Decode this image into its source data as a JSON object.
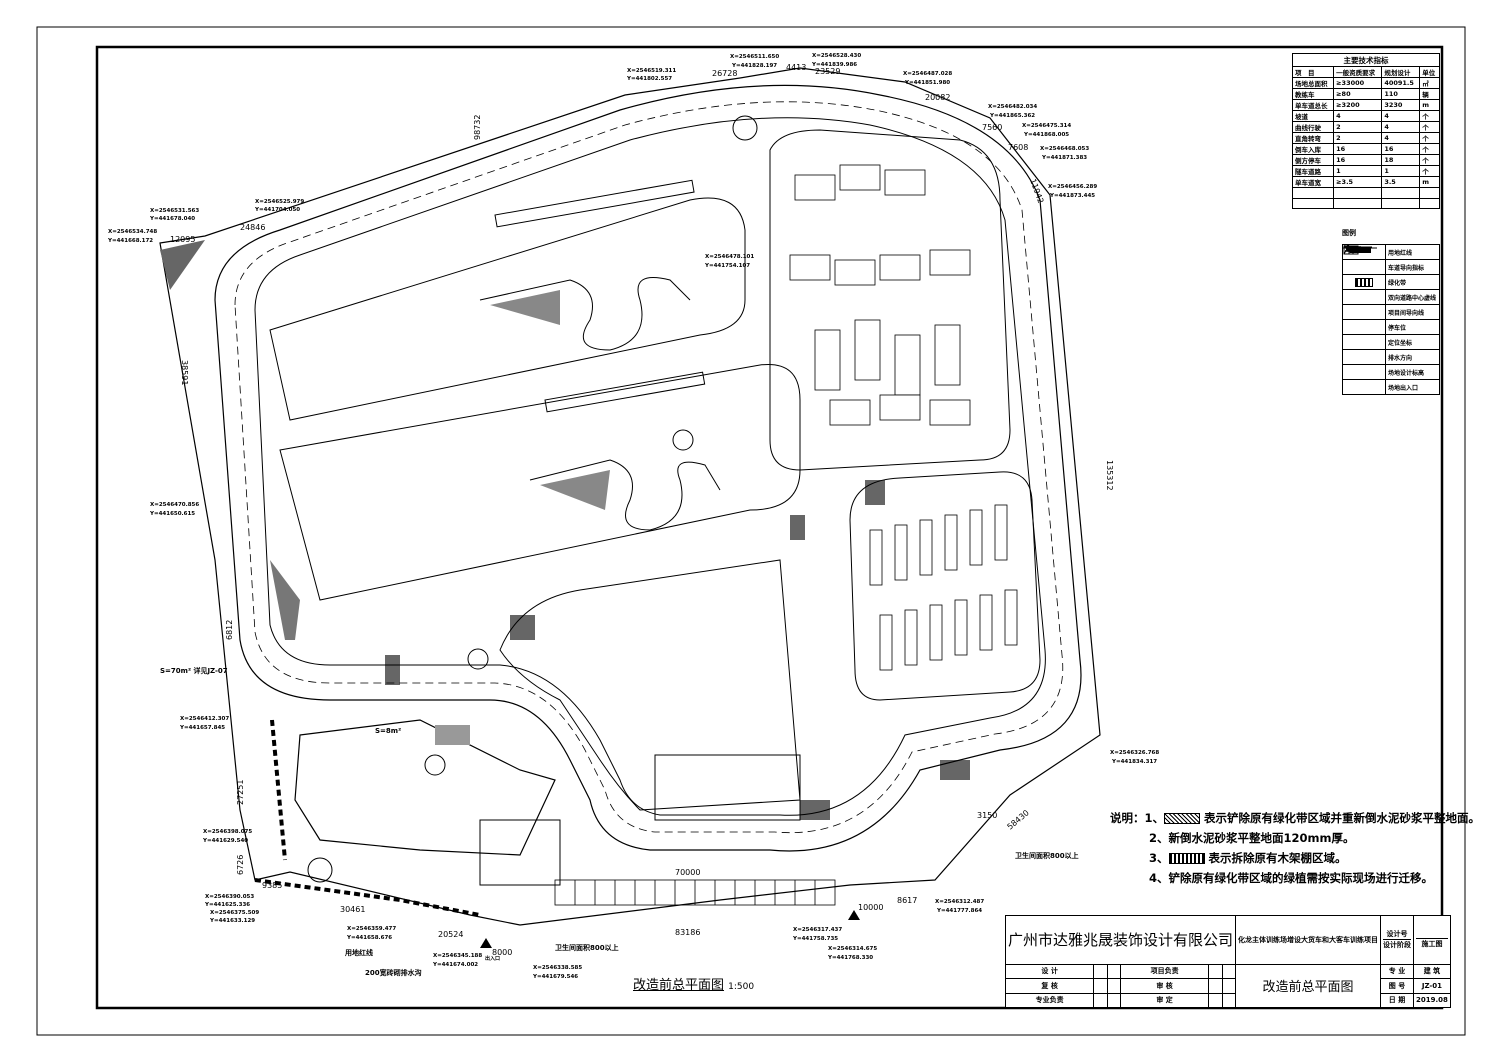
{
  "drawing": {
    "title": "改造前总平面图",
    "scale": "1:500"
  },
  "tech_table": {
    "title": "主要技术指标",
    "headers": [
      "项　目",
      "一般资质要求",
      "规划设计",
      "单位"
    ],
    "rows": [
      [
        "场地总面积",
        "≥33000",
        "40091.5",
        "㎡"
      ],
      [
        "教练车",
        "≥80",
        "110",
        "辆"
      ],
      [
        "单车道总长",
        "≥3200",
        "3230",
        "m"
      ],
      [
        "坡道",
        "4",
        "4",
        "个"
      ],
      [
        "曲线行驶",
        "2",
        "4",
        "个"
      ],
      [
        "直角转弯",
        "2",
        "4",
        "个"
      ],
      [
        "倒车入库",
        "16",
        "16",
        "个"
      ],
      [
        "侧方停车",
        "16",
        "18",
        "个"
      ],
      [
        "隧车道路",
        "1",
        "1",
        "个"
      ],
      [
        "单车道宽",
        "≥3.5",
        "3.5",
        "m"
      ]
    ]
  },
  "legend": {
    "title": "图例",
    "items": [
      {
        "icon": "red-line-dash",
        "label": "用地红线"
      },
      {
        "icon": "lane-arrow",
        "label": "车道导向指标"
      },
      {
        "icon": "green-belt-hatch",
        "label": "绿化带"
      },
      {
        "icon": "center-dash",
        "label": "双向道路中心虚线"
      },
      {
        "icon": "guide-line",
        "label": "项目间导向线"
      },
      {
        "icon": "parking-space",
        "label": "停车位"
      },
      {
        "icon": "coordinate-marker",
        "label": "定位坐标"
      },
      {
        "icon": "drain-arrow",
        "label": "排水方向"
      },
      {
        "icon": "elevation-marker",
        "label": "场地设计标高"
      },
      {
        "icon": "entrance-triangle",
        "label": "场地出入口"
      }
    ]
  },
  "notes": {
    "prefix": "说明：",
    "items": [
      "1、",
      "表示铲除原有绿化带区域并重新倒水泥砂浆平整地面。",
      "2、新倒水泥砂浆平整地面120mm厚。",
      "3、",
      "表示拆除原有木架棚区域。",
      "4、铲除原有绿化带区域的绿植需按实际现场进行迁移。"
    ]
  },
  "title_block": {
    "company": "广州市达雅兆晟装饰设计有限公司",
    "project": "化龙主体训练场增设大货车和大客车训练项目",
    "sheet_title": "改造前总平面图",
    "left_labels": [
      "设 计",
      "复 核",
      "专业负责"
    ],
    "mid_labels": [
      "项目负责",
      "审 核",
      "审 定"
    ],
    "right_labels": [
      "设计号",
      "设计阶段",
      "专 业",
      "图 号",
      "日 期"
    ],
    "right_values": [
      "",
      "施工图",
      "建 筑",
      "JZ-01",
      "2019.08"
    ]
  },
  "dimensions": [
    "26728",
    "4413",
    "23529",
    "20082",
    "7560",
    "7608",
    "11942",
    "12095",
    "24846",
    "98732",
    "135312",
    "38591",
    "27251",
    "6726",
    "6812",
    "9385",
    "30461",
    "20524",
    "8000",
    "70000",
    "83186",
    "10000",
    "8617",
    "3150",
    "58430"
  ],
  "coordinates": [
    [
      "X=2546519.311",
      "Y=441802.557"
    ],
    [
      "X=2546511.650",
      "Y=441828.197"
    ],
    [
      "X=2546528.430",
      "Y=441839.986"
    ],
    [
      "X=2546487.028",
      "Y=441851.980"
    ],
    [
      "X=2546482.034",
      "Y=441865.362"
    ],
    [
      "X=2546475.314",
      "Y=441868.005"
    ],
    [
      "X=2546468.053",
      "Y=441871.383"
    ],
    [
      "X=2546456.289",
      "Y=441873.445"
    ],
    [
      "X=2546531.563",
      "Y=441678.040"
    ],
    [
      "X=2546525.979",
      "Y=441704.050"
    ],
    [
      "X=2546534.748",
      "Y=441668.172"
    ],
    [
      "X=2546470.856",
      "Y=441650.615"
    ],
    [
      "X=2546412.307",
      "Y=441657.845"
    ],
    [
      "X=2546398.075",
      "Y=441629.540"
    ],
    [
      "X=2546390.053",
      "Y=441625.336"
    ],
    [
      "X=2546375.509",
      "Y=441633.129"
    ],
    [
      "X=2546359.477",
      "Y=441658.676"
    ],
    [
      "X=2546345.188",
      "Y=441674.002"
    ],
    [
      "X=2546338.585",
      "Y=441679.546"
    ],
    [
      "X=2546317.437",
      "Y=441758.735"
    ],
    [
      "X=2546314.675",
      "Y=441768.330"
    ],
    [
      "X=2546312.487",
      "Y=441777.864"
    ],
    [
      "X=2546326.768",
      "Y=441834.317"
    ],
    [
      "X=2546478.101",
      "Y=441754.107"
    ]
  ],
  "annotations": {
    "area_note": "S=70m² 详见JZ-07",
    "shed_area": "S=8m²",
    "red_line": "用地红线",
    "drain": "200宽砖砌排水沟",
    "toilet1": "卫生间面积800以上",
    "toilet2": "卫生间面积800以上",
    "entrance": "出入口"
  }
}
